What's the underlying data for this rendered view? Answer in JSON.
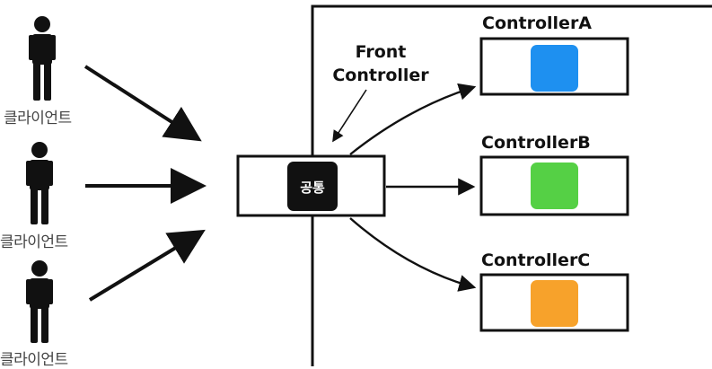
{
  "clients": [
    {
      "label": "클라이언트"
    },
    {
      "label": "클라이언트"
    },
    {
      "label": "클라이언트"
    }
  ],
  "front_controller": {
    "title_line1": "Front",
    "title_line2": "Controller",
    "common_label": "공통"
  },
  "controllers": [
    {
      "name": "ControllerA",
      "color": "#1e90f0"
    },
    {
      "name": "ControllerB",
      "color": "#55d045"
    },
    {
      "name": "ControllerC",
      "color": "#f7a22b"
    }
  ],
  "colors": {
    "stroke": "#111111",
    "common_box": "#111111",
    "background": "#ffffff"
  }
}
